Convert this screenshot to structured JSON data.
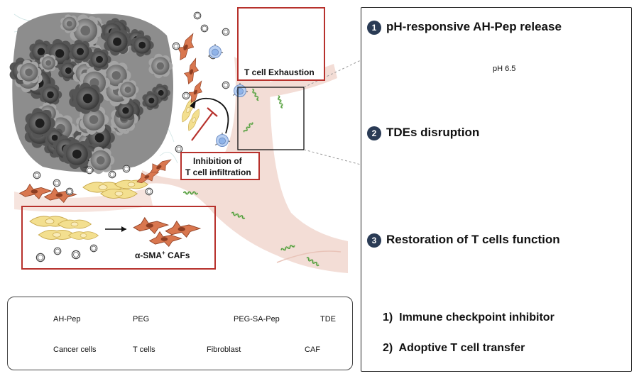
{
  "left": {
    "t_cell_exhaustion": "T cell Exhaustion",
    "inhibition_line1": "Inhibition of",
    "inhibition_line2": "T cell infiltration",
    "caf_label": "α-SMA",
    "caf_label_sup": "+",
    "caf_label_end": " CAFs"
  },
  "steps": [
    {
      "num": "1",
      "title": "pH-responsive AH-Pep release",
      "arrow_label": "pH 6.5"
    },
    {
      "num": "2",
      "title": "TDEs disruption"
    },
    {
      "num": "3",
      "title": "Restoration of T cells function",
      "items": [
        "1)  Immune checkpoint inhibitor",
        "2)  Adoptive T cell transfer"
      ]
    }
  ],
  "legend": [
    {
      "icon": "ah-pep-icon",
      "label": "AH-Pep"
    },
    {
      "icon": "peg-icon",
      "label": "PEG"
    },
    {
      "icon": "peg-sa-pep-icon",
      "label": "PEG-SA-Pep"
    },
    {
      "icon": "tde-icon",
      "label": "TDE"
    },
    {
      "icon": "cancer-cells-icon",
      "label": "Cancer cells"
    },
    {
      "icon": "t-cells-icon",
      "label": "T cells"
    },
    {
      "icon": "fibroblast-icon",
      "label": "Fibroblast"
    },
    {
      "icon": "caf-icon",
      "label": "CAF"
    }
  ],
  "colors": {
    "red_frame": "#b7312c",
    "peptide_green": "#4f9a3c",
    "peg_navy": "#1f3350",
    "linker_yellow": "#e0b321",
    "t_cell_blue": "#8fb3e8",
    "fibroblast_yellow": "#f3df8f",
    "caf_orange": "#d9774f",
    "vessel_pink": "#f3ddd6",
    "up_arrow": "#4b5a6c"
  }
}
